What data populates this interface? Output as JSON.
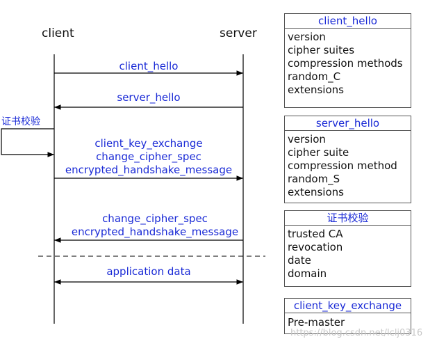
{
  "actors": {
    "client": "client",
    "server": "server"
  },
  "messages": [
    {
      "id": "client-hello",
      "lines": [
        "client_hello"
      ]
    },
    {
      "id": "server-hello",
      "lines": [
        "server_hello"
      ]
    },
    {
      "id": "client-key-exchange",
      "lines": [
        "client_key_exchange",
        "change_cipher_spec",
        "encrypted_handshake_message"
      ]
    },
    {
      "id": "server-finish",
      "lines": [
        "change_cipher_spec",
        "encrypted_handshake_message"
      ]
    },
    {
      "id": "application-data",
      "lines": [
        "application data"
      ]
    }
  ],
  "self_loop_label": "证书校验",
  "boxes": [
    {
      "title": "client_hello",
      "items": [
        "version",
        "cipher suites",
        "compression methods",
        "random_C",
        "extensions"
      ]
    },
    {
      "title": "server_hello",
      "items": [
        "version",
        "cipher suite",
        "compression method",
        "random_S",
        "extensions"
      ]
    },
    {
      "title": "证书校验",
      "items": [
        "trusted CA",
        "revocation",
        "date",
        "domain"
      ]
    },
    {
      "title": "client_key_exchange",
      "items": [
        "Pre-master"
      ]
    }
  ],
  "watermark": "https://blog.csdn.net/lclj0316",
  "colors": {
    "label": "#1a2ad6",
    "line": "#000000"
  }
}
